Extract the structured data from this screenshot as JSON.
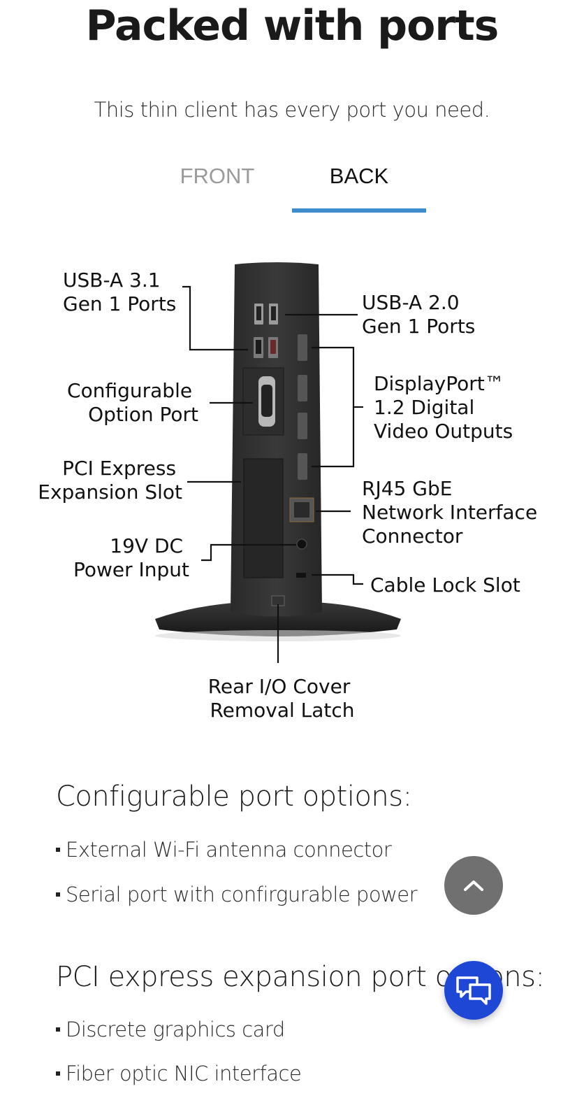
{
  "header": {
    "title": "Packed with ports",
    "subtitle": "This thin client has every port you need."
  },
  "tabs": [
    {
      "label": "FRONT",
      "active": false
    },
    {
      "label": "BACK",
      "active": true
    }
  ],
  "accent_color": "#3e8ccc",
  "diagram": {
    "callouts": {
      "usb31_line1": "USB-A 3.1",
      "usb31_line2": "Gen 1 Ports",
      "config_line1": "Configurable",
      "config_line2": "Option Port",
      "pci_line1": "PCI Express",
      "pci_line2": "Expansion Slot",
      "power_line1": "19V DC",
      "power_line2": "Power Input",
      "usb20_line1": "USB-A 2.0",
      "usb20_line2": "Gen 1 Ports",
      "dp_line1": "DisplayPort™",
      "dp_line2": "1.2 Digital",
      "dp_line3": "Video Outputs",
      "rj45_line1": "RJ45 GbE",
      "rj45_line2": "Network Interface",
      "rj45_line3": "Connector",
      "lock": "Cable Lock Slot",
      "latch_line1": "Rear I/O Cover",
      "latch_line2": "Removal Latch"
    }
  },
  "sections": [
    {
      "title": "Configurable port options:",
      "items": [
        "External Wi-Fi antenna connector",
        "Serial port with confirgurable power"
      ]
    },
    {
      "title": "PCI express expansion port options:",
      "items": [
        "Discrete graphics card",
        "Fiber optic NIC interface"
      ]
    }
  ],
  "floating_buttons": {
    "scroll_top_icon": "chevron-up-icon",
    "chat_icon": "chat-bubbles-icon",
    "chat_color": "#1f47d6"
  }
}
